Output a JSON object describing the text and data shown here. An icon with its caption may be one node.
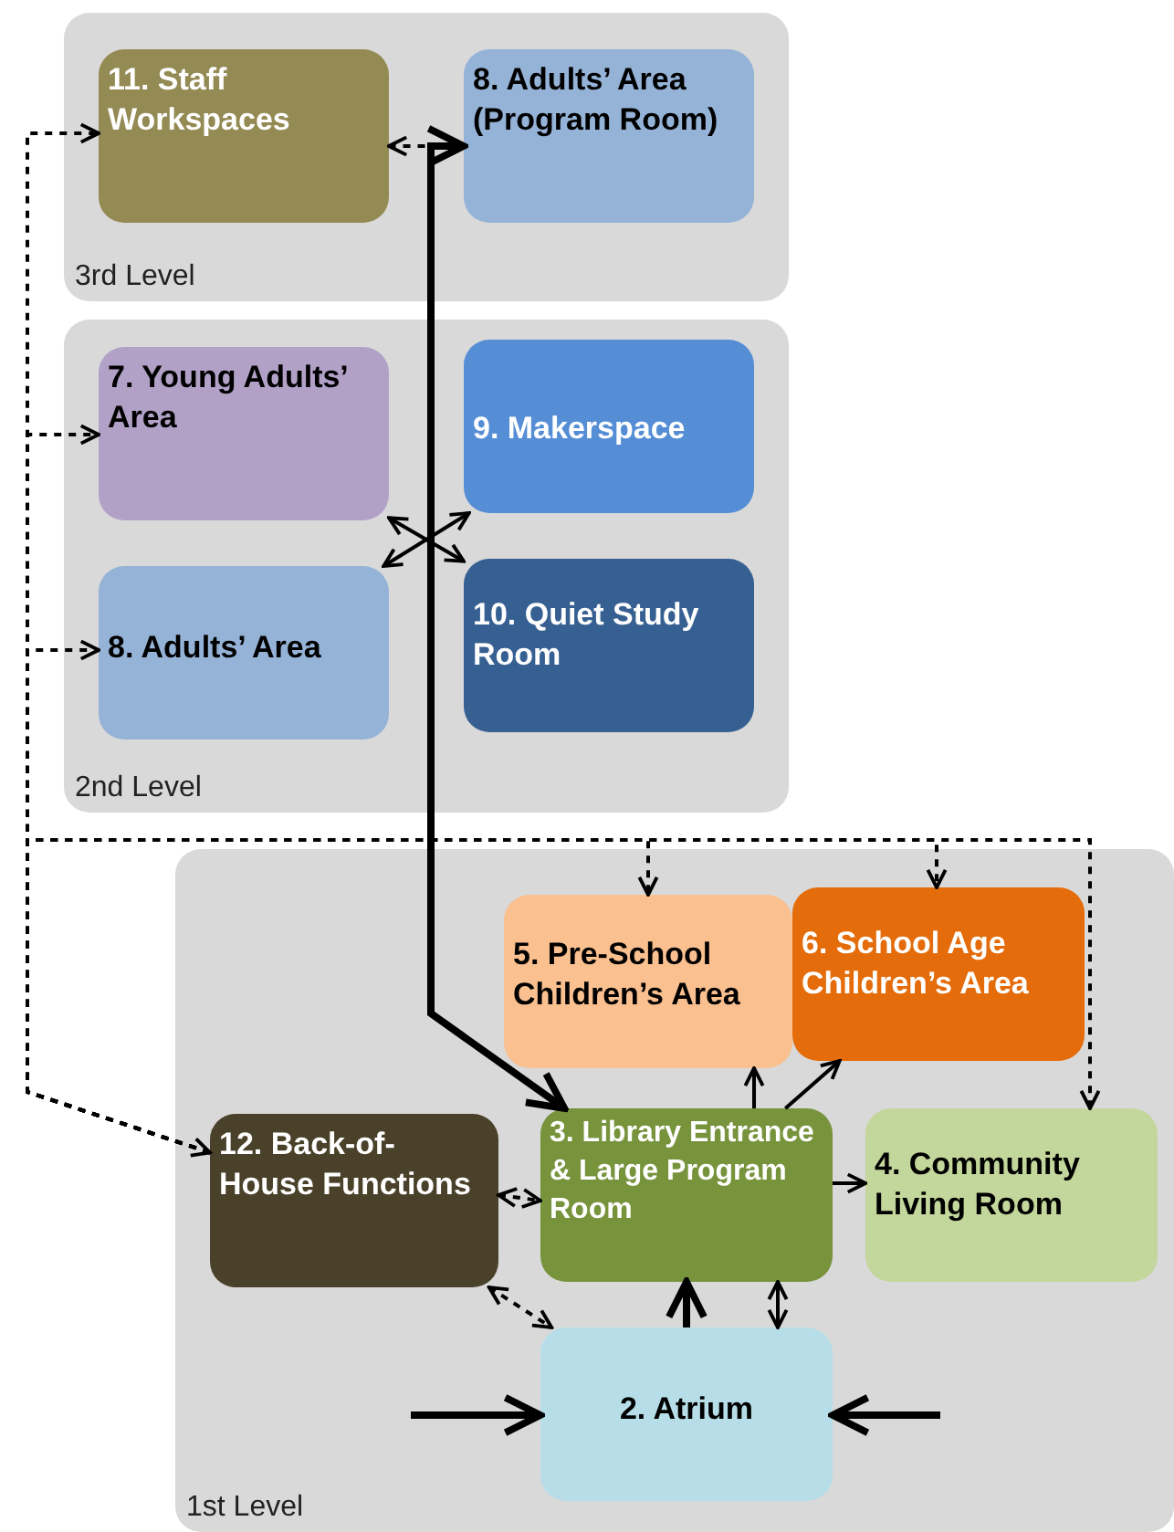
{
  "diagram": {
    "nodes": [
      {
        "text": [
          "3rd Level"
        ]
      },
      {
        "text": [
          "11. Staff Workspaces"
        ],
        "in": 0
      },
      {
        "text": [
          "8. Adults’ Area (Program Room)"
        ],
        "in": 0
      },
      {
        "text": [
          "2nd Level"
        ]
      },
      {
        "text": [
          "7. Young Adults’ Area"
        ],
        "in": 3
      },
      {
        "text": [
          "9. Makerspace"
        ],
        "in": 3
      },
      {
        "text": [
          "8. Adults’ Area"
        ],
        "in": 3
      },
      {
        "text": [
          "10. Quiet Study Room"
        ],
        "in": 3
      },
      {
        "text": [
          "1st Level"
        ]
      },
      {
        "text": [
          "5. Pre-School Children’s Area"
        ],
        "in": 8
      },
      {
        "text": [
          "6. School Age Children’s Area"
        ],
        "in": 8
      },
      {
        "text": [
          "12. Back-of-House Functions"
        ],
        "in": 8
      },
      {
        "text": [
          "3. Library Entrance & Large Program Room"
        ],
        "in": 8
      },
      {
        "text": [
          "4. Community Living Room"
        ],
        "in": 8
      },
      {
        "text": [
          "2. Atrium"
        ],
        "in": 8
      }
    ],
    "edges": [
      {
        "from": 12,
        "to": 2,
        "arrow": "both",
        "style": "thick"
      },
      {
        "from": 12,
        "to": 1,
        "arrow": "both",
        "style": "dashed"
      },
      {
        "from": 11,
        "to": 1,
        "arrow": "both",
        "style": "dashed"
      },
      {
        "from": 11,
        "to": 4,
        "arrow": "to",
        "style": "dashed"
      },
      {
        "from": 11,
        "to": 6,
        "arrow": "to",
        "style": "dashed"
      },
      {
        "from": 11,
        "to": 9,
        "arrow": "to",
        "style": "dashed"
      },
      {
        "from": 11,
        "to": 10,
        "arrow": "to",
        "style": "dashed"
      },
      {
        "from": 11,
        "to": 13,
        "arrow": "to",
        "style": "dashed"
      },
      {
        "from": 4,
        "to": 7,
        "arrow": "both"
      },
      {
        "from": 6,
        "to": 5,
        "arrow": "both"
      },
      {
        "from": 11,
        "to": 12,
        "arrow": "both",
        "style": "dashed"
      },
      {
        "from": 11,
        "to": 14,
        "arrow": "both",
        "style": "dashed"
      },
      {
        "from": 12,
        "to": 9,
        "arrow": "to"
      },
      {
        "from": 12,
        "to": 10,
        "arrow": "to"
      },
      {
        "from": 12,
        "to": 13,
        "arrow": "to"
      },
      {
        "from": 14,
        "to": 12,
        "arrow": "to",
        "style": "thick"
      },
      {
        "from": 14,
        "to": 12,
        "arrow": "both"
      },
      {
        "from": null,
        "to": 14,
        "arrow": "to",
        "style": "thick"
      },
      {
        "from": null,
        "to": 14,
        "arrow": "to",
        "style": "thick"
      }
    ]
  }
}
